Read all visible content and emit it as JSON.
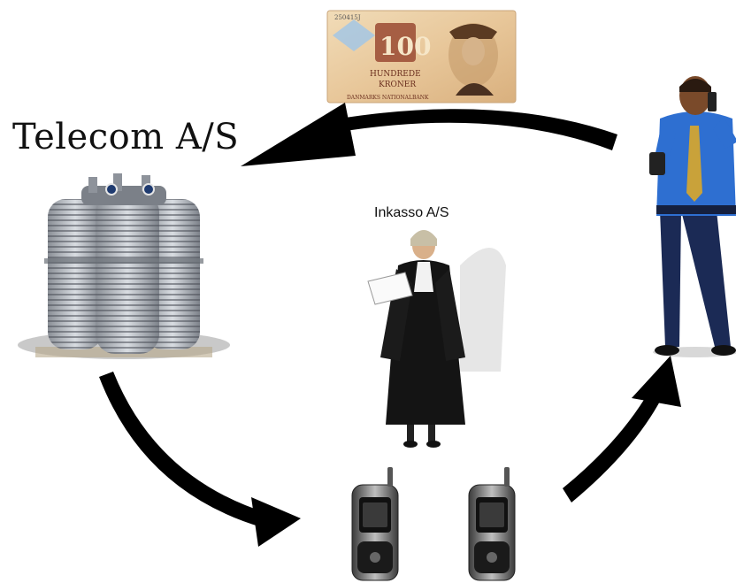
{
  "company_label": "Telecom A/S",
  "collector_label": "Inkasso A/S",
  "banknote": {
    "serial": "250415J",
    "denomination": "100",
    "words_line1": "HUNDREDE",
    "words_line2": "KRONER",
    "issuer": "DANMARKS NATIONALBANK"
  },
  "icons": {
    "company": "office-building-icon",
    "customer": "businessman-on-phone-icon",
    "collector": "lawyer-in-robe-icon",
    "phones": "mobile-phone-icon",
    "payment": "banknote-icon"
  },
  "colors": {
    "arrow": "#000000",
    "shirt": "#2e6fd1",
    "robe": "#141414",
    "note": "#e8c79a"
  }
}
